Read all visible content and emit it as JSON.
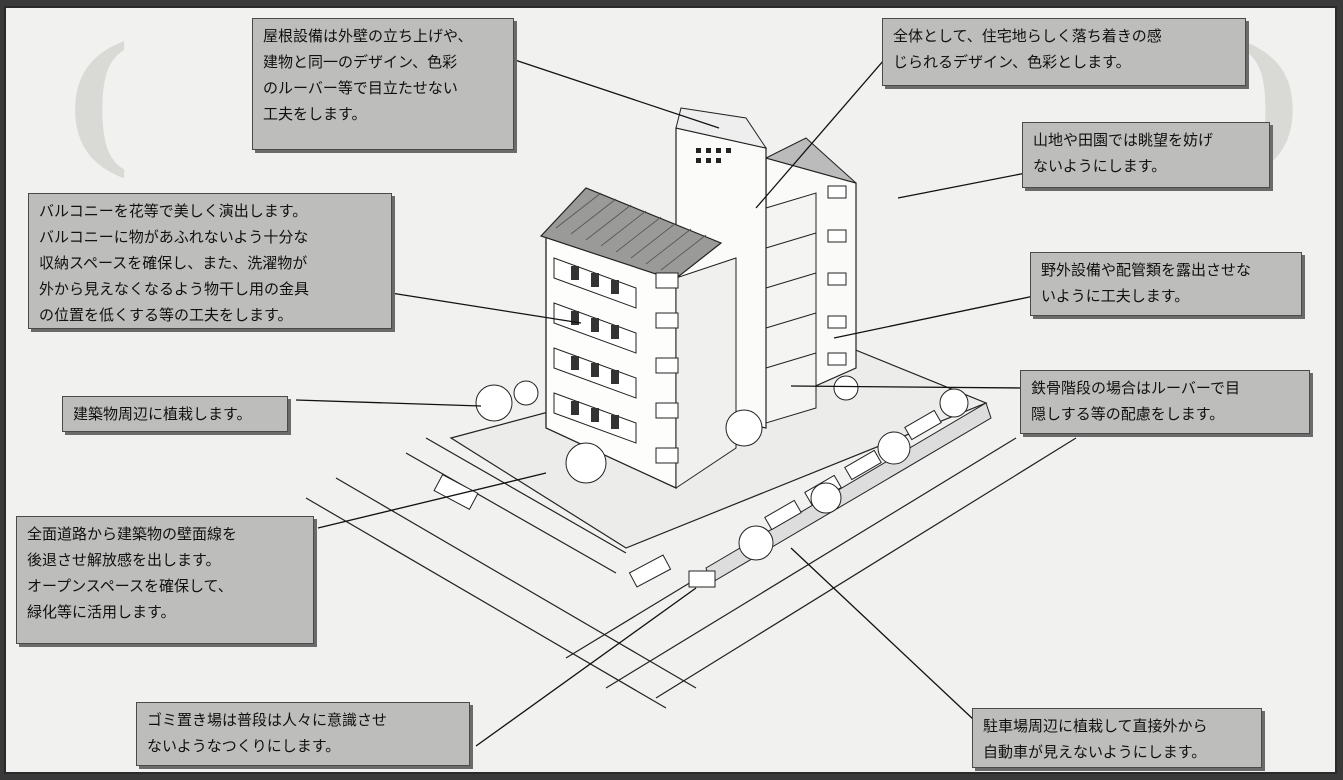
{
  "callouts": {
    "roof": "屋根設備は外壁の立ち上げや、\n建物と同一のデザイン、色彩\nのルーバー等で目立たせない\n工夫をします。",
    "overall": "全体として、住宅地らしく落ち着きの感\nじられるデザイン、色彩とします。",
    "view": "山地や田園では眺望を妨げ\nないようにします。",
    "balcony": "バルコニーを花等で美しく演出します。\nバルコニーに物があふれないよう十分な\n収納スペースを確保し、また、洗濯物が\n外から見えなくなるよう物干し用の金具\nの位置を低くする等の工夫をします。",
    "equipment": "野外設備や配管類を露出させな\nいように工夫します。",
    "planting": "建築物周辺に植栽します。",
    "stairs": "鉄骨階段の場合はルーバーで目\n隠しする等の配慮をします。",
    "setback": "全面道路から建築物の壁面線を\n後退させ解放感を出します。\nオープンスペースを確保して、\n緑化等に活用します。",
    "garbage": "ゴミ置き場は普段は人々に意識させ\nないようなつくりにします。",
    "parking": "駐車場周辺に植栽して直接外から\n自動車が見えないようにします。"
  },
  "colors": {
    "callout_bg": "#bdbdbb",
    "paper": "#f1f1ef",
    "ink": "#111111"
  }
}
